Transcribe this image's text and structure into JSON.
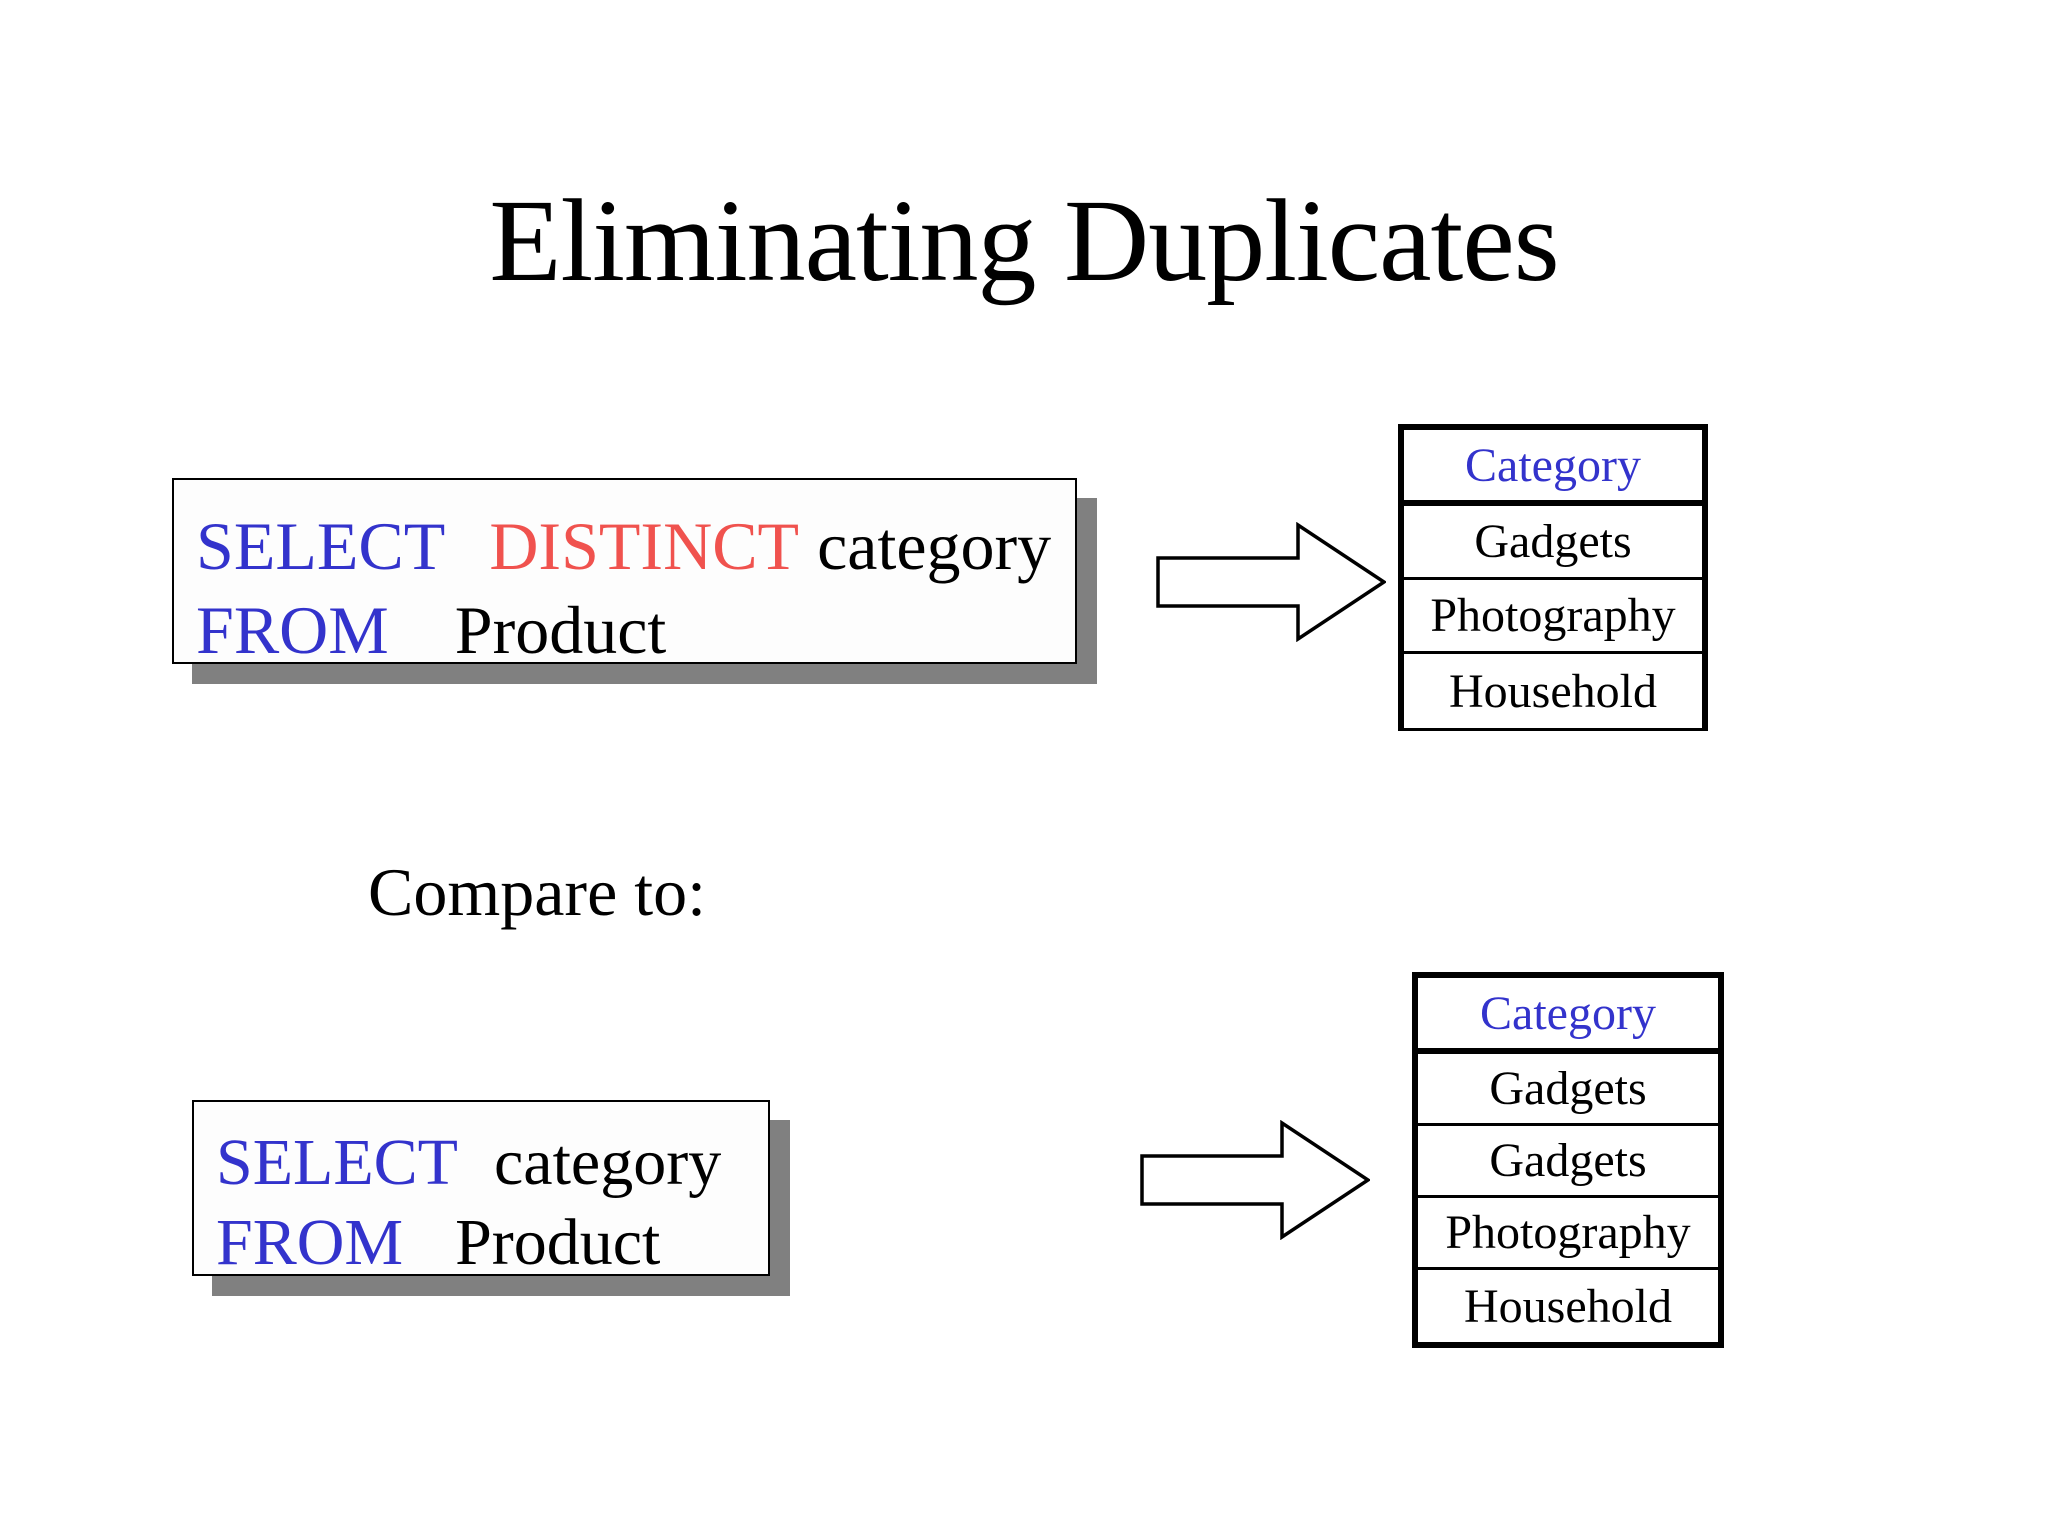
{
  "slide": {
    "title": "Eliminating Duplicates",
    "background_color": "#ffffff",
    "compare_label": "Compare to:"
  },
  "colors": {
    "keyword_blue": "#3333cc",
    "distinct_red": "#f0524e",
    "text_black": "#000000",
    "shadow_gray": "#808080",
    "border_black": "#000000"
  },
  "queries": [
    {
      "id": "distinct-query",
      "line1": {
        "keyword": "SELECT",
        "modifier": "DISTINCT",
        "column": "category"
      },
      "line2": {
        "keyword": "FROM",
        "table": "Product"
      }
    },
    {
      "id": "plain-query",
      "line1": {
        "keyword": "SELECT",
        "modifier": "",
        "column": "category"
      },
      "line2": {
        "keyword": "FROM",
        "table": "Product"
      }
    }
  ],
  "arrows": [
    {
      "id": "arrow-distinct",
      "name": "right-arrow-icon",
      "direction": "right"
    },
    {
      "id": "arrow-plain",
      "name": "right-arrow-icon",
      "direction": "right"
    }
  ],
  "tables": [
    {
      "id": "distinct-result",
      "header": "Category",
      "rows": [
        "Gadgets",
        "Photography",
        "Household"
      ]
    },
    {
      "id": "plain-result",
      "header": "Category",
      "rows": [
        "Gadgets",
        "Gadgets",
        "Photography",
        "Household"
      ]
    }
  ]
}
